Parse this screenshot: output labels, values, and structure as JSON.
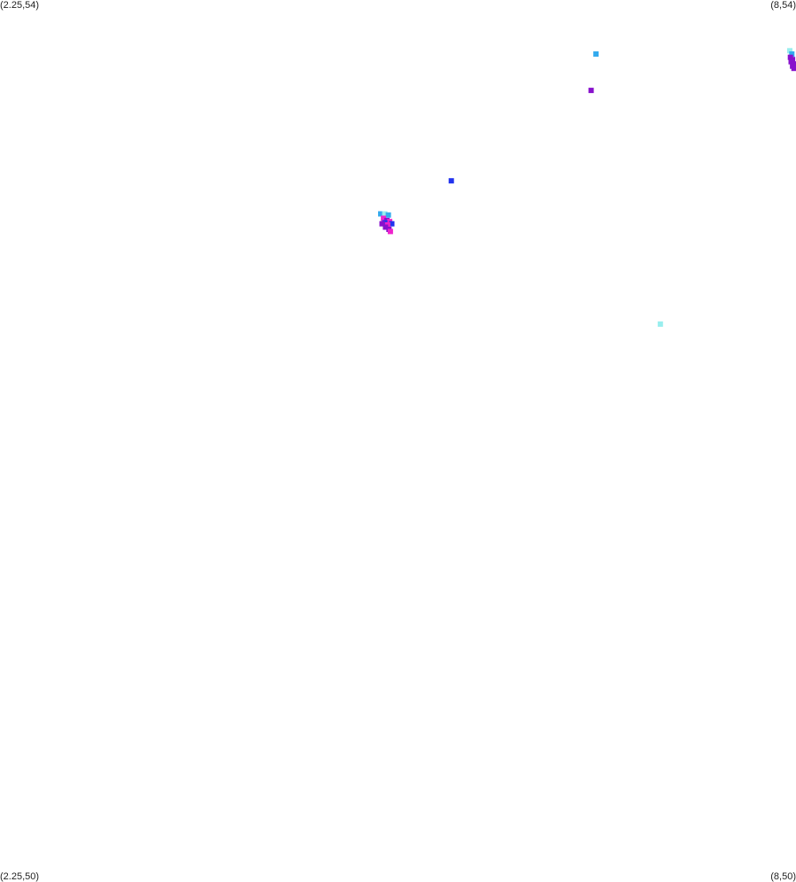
{
  "corners": {
    "top_left": "(2.25,54)",
    "top_right": "(8,54)",
    "bottom_left": "(2.25,50)",
    "bottom_right": "(8,50)"
  },
  "chart_data": {
    "type": "scatter",
    "xlim": [
      2.25,
      8
    ],
    "ylim": [
      50,
      54
    ],
    "grid": false,
    "legend": "none",
    "marker": "square",
    "colors": {
      "magenta": "#ee22cc",
      "purple": "#8811cc",
      "blue": "#2233ee",
      "sky": "#33aaee",
      "cyan": "#99eeee"
    },
    "points": [
      {
        "x": 6.555,
        "y": 53.755,
        "color": "sky"
      },
      {
        "x": 6.52,
        "y": 53.59,
        "color": "purple"
      },
      {
        "x": 5.51,
        "y": 53.18,
        "color": "blue"
      },
      {
        "x": 5.0,
        "y": 53.03,
        "color": "sky"
      },
      {
        "x": 5.03,
        "y": 53.03,
        "color": "cyan"
      },
      {
        "x": 5.055,
        "y": 53.025,
        "color": "sky"
      },
      {
        "x": 5.02,
        "y": 53.01,
        "color": "magenta"
      },
      {
        "x": 5.045,
        "y": 53.0,
        "color": "purple"
      },
      {
        "x": 5.065,
        "y": 52.995,
        "color": "magenta"
      },
      {
        "x": 5.03,
        "y": 52.99,
        "color": "blue"
      },
      {
        "x": 5.01,
        "y": 52.985,
        "color": "purple"
      },
      {
        "x": 5.08,
        "y": 52.985,
        "color": "blue"
      },
      {
        "x": 5.05,
        "y": 52.98,
        "color": "magenta"
      },
      {
        "x": 5.035,
        "y": 52.97,
        "color": "purple"
      },
      {
        "x": 5.06,
        "y": 52.96,
        "color": "purple"
      },
      {
        "x": 5.07,
        "y": 52.95,
        "color": "magenta"
      },
      {
        "x": 7.02,
        "y": 52.53,
        "color": "cyan"
      },
      {
        "x": 7.955,
        "y": 53.77,
        "color": "cyan"
      },
      {
        "x": 7.97,
        "y": 53.755,
        "color": "sky"
      },
      {
        "x": 7.96,
        "y": 53.74,
        "color": "purple"
      },
      {
        "x": 7.975,
        "y": 53.73,
        "color": "purple"
      },
      {
        "x": 7.965,
        "y": 53.72,
        "color": "purple"
      },
      {
        "x": 7.985,
        "y": 53.71,
        "color": "purple"
      },
      {
        "x": 7.975,
        "y": 53.7,
        "color": "purple"
      },
      {
        "x": 7.995,
        "y": 53.7,
        "color": "purple"
      },
      {
        "x": 7.985,
        "y": 53.69,
        "color": "purple"
      }
    ]
  }
}
